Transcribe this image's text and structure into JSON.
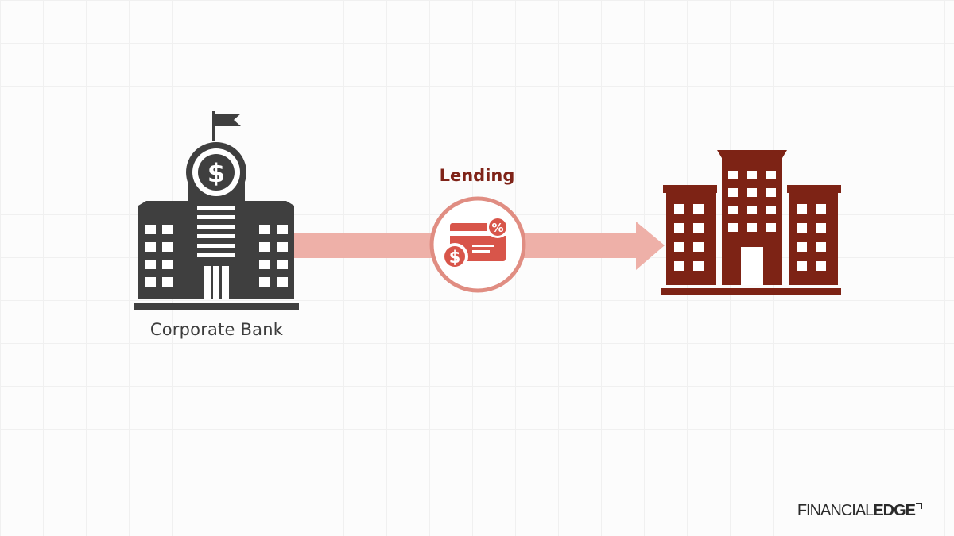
{
  "nodes": {
    "source": {
      "label": "Corporate Bank",
      "icon": "bank-building-dollar-icon",
      "color": "#3f3f3f"
    },
    "target": {
      "label": "",
      "icon": "corporate-building-icon",
      "color": "#7d2315"
    }
  },
  "edge": {
    "label": "Lending",
    "icon": "card-dollar-percent-icon",
    "color": "#eeb0a8",
    "accent": "#d8695d"
  },
  "brand": {
    "light": "FINANCIAL",
    "bold": "EDGE"
  }
}
